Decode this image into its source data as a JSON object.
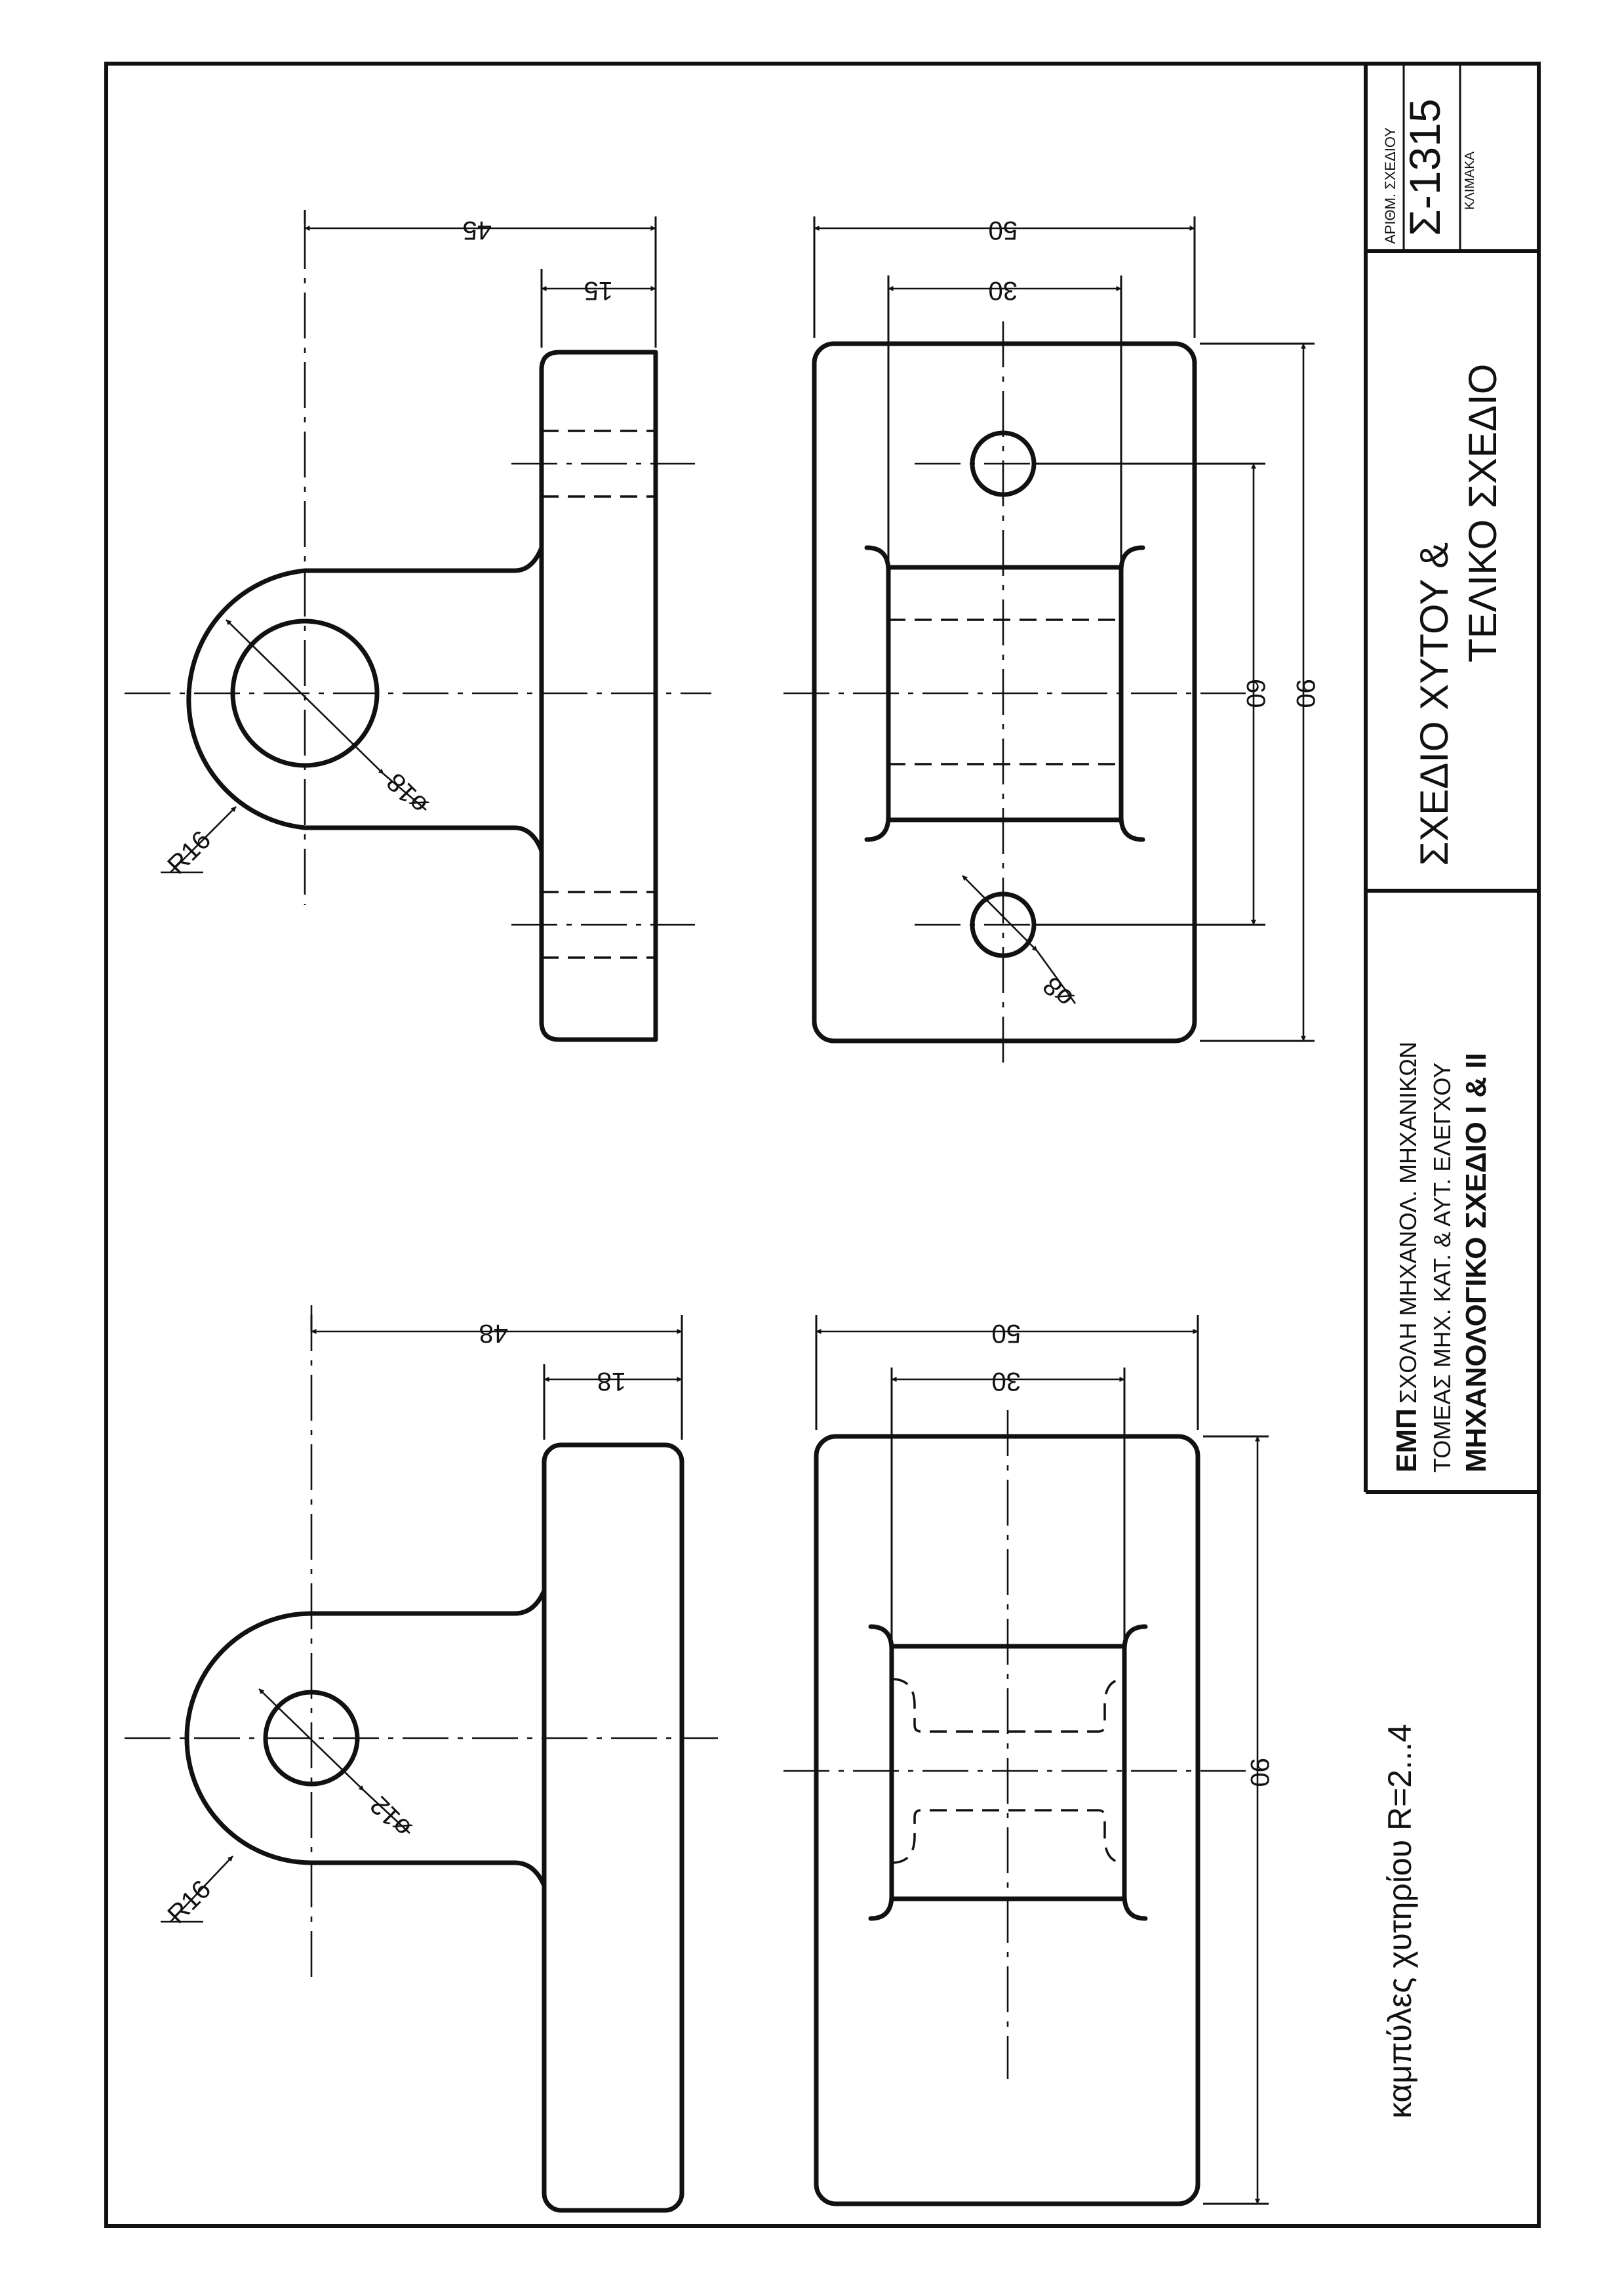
{
  "title_block": {
    "drawing_number_label": "ΑΡΙΘΜ. ΣΧΕΔΙΟΥ",
    "drawing_number": "Σ-1315",
    "scale_label": "ΚΛΙΜΑΚΑ",
    "title_line1": "ΣΧΕΔΙΟ ΧΥΤΟΥ &",
    "title_line2": "ΤΕΛΙΚΟ ΣΧΕΔΙΟ",
    "institution_abbr": "ΕΜΠ",
    "school": "ΣΧΟΛΗ ΜΗΧΑΝΟΛ. ΜΗΧΑΝΙΚΩΝ",
    "department": "ΤΟΜΕΑΣ ΜΗΧ. ΚΑΤ. & ΑΥΤ. ΕΛΕΓΧΟΥ",
    "course": "ΜΗΧΑΝΟΛΟΓΙΚΟ   ΣΧΕΔΙΟ  Ι & ΙΙ"
  },
  "note": "καμπύλες χυτηρίου R=2...4",
  "final_drawing": {
    "dim_total_width": "45",
    "dim_plate_thickness": "15",
    "dim_radius": "R16",
    "dim_bore": "ø18",
    "dim_hole_spacing": "60",
    "dim_length": "90",
    "dim_width": "50",
    "dim_web": "30",
    "dim_hole": "ø8"
  },
  "casting_drawing": {
    "dim_total_width": "48",
    "dim_plate_thickness": "18",
    "dim_radius": "R16",
    "dim_bore": "ø12",
    "dim_length": "90",
    "dim_width": "50",
    "dim_web": "30"
  }
}
